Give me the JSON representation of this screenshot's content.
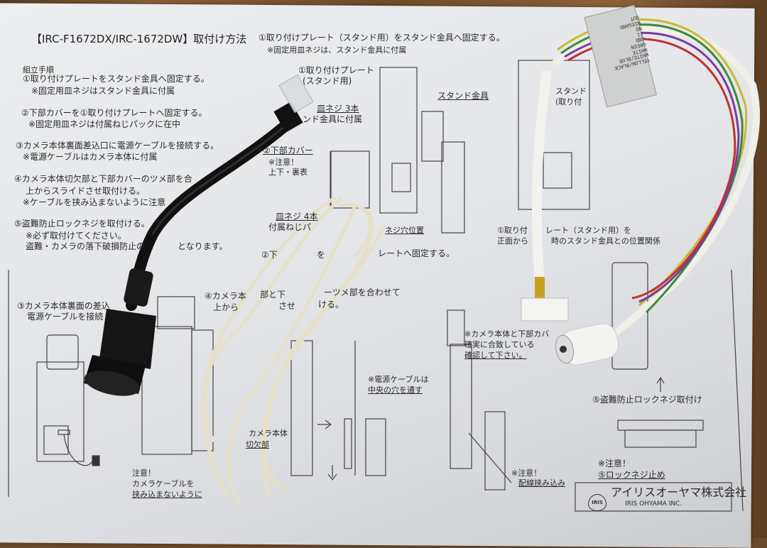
{
  "sheet": {
    "title": "【IRC-F1672DX/IRC-1672DW】取付け方法",
    "steps_header": "組立手順",
    "steps": [
      "①取り付けプレートをスタンド金具へ固定する。",
      "※固定用皿ネジはスタンド金具に付属",
      "②下部カバーを①取り付けプレートへ固定する。",
      "※固定用皿ネジは付属ねじパックに在中",
      "③カメラ本体裏面差込口に電源ケーブルを接続する。",
      "※電源ケーブルはカメラ本体に付属",
      "④カメラ本体切欠部と下部カバーのツメ部を合",
      "上からスライドさせ取付ける。",
      "※ケーブルを挟み込まないように注意",
      "⑤盗難防止ロックネジを取付ける。",
      "※必ず取付けてください。",
      "盗難・カメラの落下破損防止の",
      "となります。"
    ],
    "fig1": {
      "heading": "①取り付けプレート（スタンド用）をスタンド金具へ固定する。",
      "note": "※固定用皿ネジは、スタンド金具に付属",
      "plate_label_1": "①取り付けプレート",
      "plate_label_2": "(スタンド用)",
      "stand_label": "スタンド金具",
      "screw3_label": "皿ネジ 3本",
      "screw3_note": "ンド金具に付属",
      "cover_label": "②下部カバー",
      "cover_note_1": "※注意！",
      "cover_note_2": "上下・裏表",
      "screw4_label": "皿ネジ 4本",
      "screw4_note": "付属ねじパ",
      "hole_label": "ネジ穴位置",
      "step2_a": "②下",
      "step2_b": "を",
      "step2_c": "レートへ固定する。"
    },
    "fig3": {
      "line1": "③カメラ本体裏面の差込",
      "line2": "電源ケーブルを接続"
    },
    "fig4": {
      "line1a": "④カメラ本",
      "line1b": "部と下",
      "line1c": "ーツメ部を合わせて",
      "line2a": "上から",
      "line2b": "させ",
      "line2c": "ける。",
      "caution_1": "注意！",
      "caution_2": "カメラケーブルを",
      "caution_3": "挟み込まないように",
      "notch_1": "カメラ本体",
      "notch_2": "切欠部",
      "power_1": "※電源ケーブルは",
      "power_2": "中央の穴を通す"
    },
    "fig_right": {
      "stand_1": "スタンド",
      "stand_2": "(取り付",
      "relation_1a": "①取り付",
      "relation_1b": "レート（スタンド用）を",
      "relation_2a": "正面から",
      "relation_2b": "時のスタンド金具との位置関係",
      "match_1": "※カメラ本体と下部カバ",
      "match_2": "確実に合致している",
      "match_3": "確認して下さい。",
      "lock_label": "⑤盗難防止ロックネジ取付け",
      "lock_note_1": "※注意！",
      "lock_note_2": "⑤ロックネジ止め",
      "wiring_1": "※注意！",
      "wiring_2": "配線挟み込み"
    },
    "company_jp": "アイリスオーヤマ株式会社",
    "company_en": "IRIS OHYAMA INC.",
    "logo_text": "IRIS"
  },
  "wire_tag": {
    "lines": [
      "YELLOW/BLACK",
      "WHITE/BLUE",
      "WHITE",
      "GREEN",
      "GND",
      "I1",
      "NO",
      "WIEGAND",
      "OUT"
    ]
  },
  "colors": {
    "paper": "#e3e5e8",
    "ink": "#2a2a2a",
    "black_cable": "#111111",
    "white_cable": "#f2f2ef",
    "string": "#e8e2cf"
  }
}
